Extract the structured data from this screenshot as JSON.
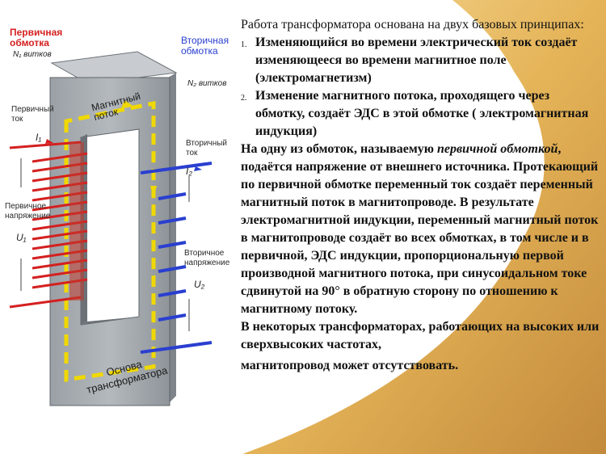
{
  "diagram": {
    "primary_winding_label": "Первичная\nобмотка",
    "primary_turns": "N₁ витков",
    "secondary_winding_label": "Вторичная\nобмотка",
    "secondary_turns": "N₂ витков",
    "primary_current_label": "Первичный\nток",
    "primary_current_symbol": "I₁",
    "secondary_current_label": "Вторичный\nток",
    "secondary_current_symbol": "I₂",
    "primary_voltage_label": "Первичное\nнапряжение",
    "primary_voltage_symbol": "U₁",
    "secondary_voltage_label": "Вторичное\nнапряжение",
    "secondary_voltage_symbol": "U₂",
    "magnetic_flux_label": "Магнитный\nпоток",
    "core_label": "Основа\nтрансформатора",
    "colors": {
      "primary": "#d42020",
      "secondary": "#2a3fd0",
      "core": "#a8adb2",
      "flux": "#f0d800"
    }
  },
  "text": {
    "intro": "Работа трансформатора основана на двух базовых принципах:",
    "principles": [
      {
        "num": "1.",
        "text": "Изменяющийся во времени электрический ток создаёт изменяющееся во времени магнитное поле (электромагнетизм)"
      },
      {
        "num": "2.",
        "text": "Изменение магнитного потока, проходящего через обмотку, создаёт ЭДС в этой обмотке ( электромагнитная индукция)"
      }
    ],
    "para_start": "На одну из обмоток, называемую ",
    "para_italic": "первичной обмоткой",
    "para_rest": ", подаётся напряжение от внешнего источника. Протекающий по первичной обмотке переменный ток создаёт переменный магнитный поток в магнитопроводе. В результате электромагнитной индукции, переменный магнитный поток в магнитопроводе создаёт во всех обмотках, в том числе и в первичной, ЭДС индукции, пропорциональную первой производной магнитного потока, при синусоидальном токе сдвинутой на 90° в обратную сторону по отношению к магнитному потоку.",
    "para2": "В некоторых трансформаторах, работающих на высоких или сверхвысоких частотах,",
    "last_line": "магнитопровод может отсутствовать."
  }
}
